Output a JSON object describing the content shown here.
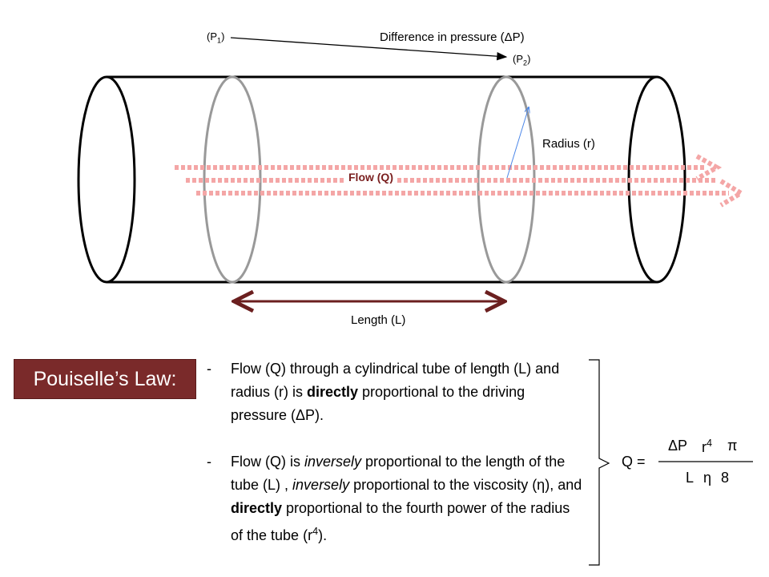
{
  "diagram": {
    "p1_label": "(P1)",
    "p2_label": "(P2)",
    "pressure_label": "Difference in pressure (ΔP)",
    "radius_label": "Radius (r)",
    "flow_label": "Flow (Q)",
    "length_label": "Length (L)",
    "colors": {
      "flow": "#f4a6a6",
      "length_arrow": "#6b1f1f",
      "radius_arrow": "#4a86e8",
      "ring": "#999999"
    }
  },
  "law": {
    "title": "Pouiselle’s Law:",
    "bullets": [
      {
        "dash": "-",
        "parts": [
          {
            "t": "Flow (Q) through a cylindrical tube of length (L) and radius (r) is "
          },
          {
            "t": "directly",
            "b": true
          },
          {
            "t": " proportional to the driving pressure (ΔP)."
          }
        ]
      },
      {
        "dash": "-",
        "parts": [
          {
            "t": "Flow (Q) is "
          },
          {
            "t": "inversely",
            "i": true
          },
          {
            "t": " proportional to the length of the tube (L) , "
          },
          {
            "t": "inversely",
            "i": true
          },
          {
            "t": " proportional to the viscosity (η), and "
          },
          {
            "t": "directly",
            "b": true
          },
          {
            "t": " proportional to the fourth power of the radius of the tube (r"
          },
          {
            "t": "4",
            "sup": true
          },
          {
            "t": ")."
          }
        ]
      }
    ]
  },
  "equation": {
    "lhs": "Q =",
    "num_dp": "ΔP",
    "num_r": "r",
    "num_exp": "4",
    "num_pi": "π",
    "den_l": "L",
    "den_eta": "η",
    "den_8": "8"
  }
}
